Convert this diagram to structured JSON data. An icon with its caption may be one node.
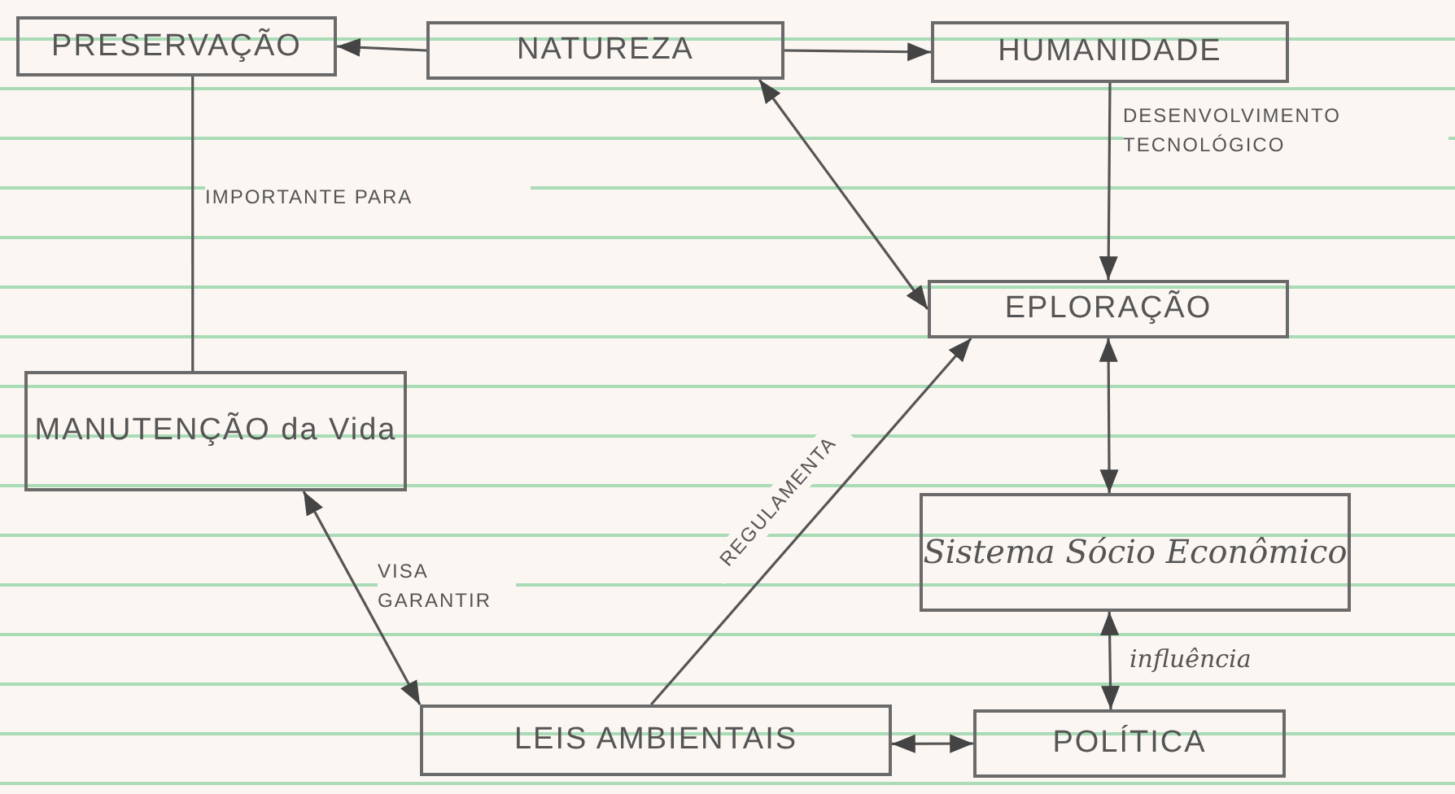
{
  "diagram": {
    "nodes": [
      {
        "text": [
          "PRESERVAÇÃO"
        ]
      },
      {
        "text": [
          "NATUREZA"
        ]
      },
      {
        "text": [
          "HUMANIDADE"
        ]
      },
      {
        "text": [
          "EPLORAÇÃO"
        ]
      },
      {
        "text": [
          "MANUTENÇÃO da Vida"
        ]
      },
      {
        "text": [
          "Sistema Sócio Econômico"
        ]
      },
      {
        "text": [
          "LEIS AMBIENTAIS"
        ]
      },
      {
        "text": [
          "POLÍTICA"
        ]
      }
    ],
    "edges": [
      {
        "from": 1,
        "to": 0,
        "arrow": "to"
      },
      {
        "from": 1,
        "to": 2,
        "arrow": "to"
      },
      {
        "from": 2,
        "to": 3,
        "arrow": "to",
        "label": "DESENVOLVIMENTO TECNOLÓGICO"
      },
      {
        "from": 0,
        "to": 4,
        "arrow": "none",
        "label": "IMPORTANTE PARA"
      },
      {
        "from": 1,
        "to": 3,
        "arrow": "both"
      },
      {
        "from": 6,
        "to": 3,
        "arrow": "to",
        "label": "REGULAMENTA"
      },
      {
        "from": 6,
        "to": 4,
        "arrow": "both",
        "label": "VISA GARANTIR"
      },
      {
        "from": 3,
        "to": 5,
        "arrow": "both"
      },
      {
        "from": 5,
        "to": 7,
        "arrow": "both",
        "label": "influência"
      },
      {
        "from": 6,
        "to": 7,
        "arrow": "both"
      }
    ]
  }
}
